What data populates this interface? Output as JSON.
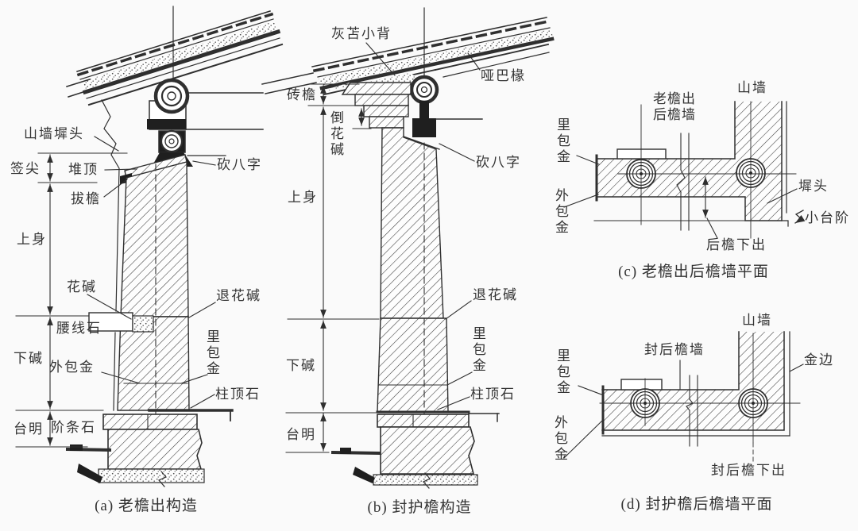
{
  "figure": {
    "background": "#fafafa",
    "line_color": "#2f2f2f",
    "text_color": "#333333",
    "type": "architectural-construction-diagram"
  },
  "panels": {
    "a": {
      "caption": "(a) 老檐出构造",
      "labels": {
        "shanqiang_chitou": "山墙墀头",
        "qianjian": "签尖",
        "duiding": "堆顶",
        "bayan": "拔檐",
        "kanbazi": "砍八字",
        "shangshen": "上身",
        "huajian": "花碱",
        "tuihuajian": "退花碱",
        "yaoxianshi": "腰线石",
        "xiajian": "下碱",
        "waibaojin": "外包金",
        "libaojin": "里\n包\n金",
        "zhudingshi": "柱顶石",
        "taiming": "台明",
        "jietiaoshi": "阶条石"
      }
    },
    "b": {
      "caption": "(b) 封护檐构造",
      "labels": {
        "huishanxiaobei": "灰苫小背",
        "yabachuan": "哑巴椽",
        "zhuanyan": "砖檐",
        "daohuajian": "倒\n花\n碱",
        "shangshen": "上身",
        "kanbazi": "砍八字",
        "tuihuajian": "退花碱",
        "xiajian": "下碱",
        "libaojin": "里\n包\n金",
        "zhudingshi": "柱顶石",
        "taiming": "台明"
      }
    },
    "c": {
      "caption": "(c) 老檐出后檐墙平面",
      "labels": {
        "shanqiang": "山墙",
        "laoyanchu_houyanqiang": "老檐出\n后檐墙",
        "libaojin": "里\n包\n金",
        "waibaojin": "外\n包\n金",
        "chitou": "墀头",
        "xiaotaijie": "小台阶",
        "houyanxiachu": "后檐下出"
      }
    },
    "d": {
      "caption": "(d) 封护檐后檐墙平面",
      "labels": {
        "shanqiang": "山墙",
        "fenghouyanqiang": "封后檐墙",
        "jinbian": "金边",
        "libaojin": "里\n包\n金",
        "waibaojin": "外\n包\n金",
        "fenghouyanxiachu": "封后檐下出"
      }
    }
  }
}
